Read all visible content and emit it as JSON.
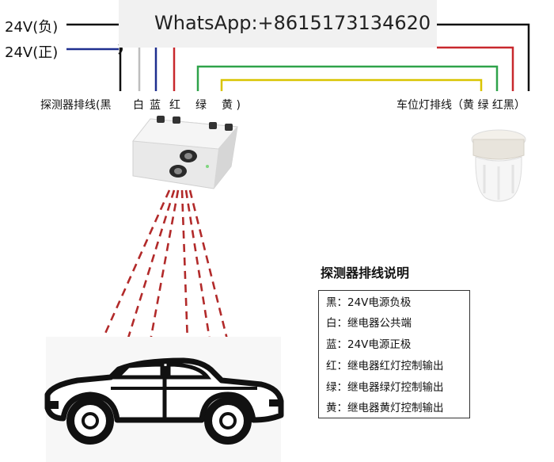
{
  "watermark": {
    "text": "WhatsApp:+8615173134620"
  },
  "power": {
    "negative": "24V(负)",
    "positive": "24V(正)"
  },
  "detector_wires": {
    "label": "探测器排线(黑",
    "colors": [
      "白",
      "蓝",
      "红",
      "绿",
      "黄 )"
    ]
  },
  "lamp_wires": {
    "label": "车位灯排线（黄 绿 红黑）"
  },
  "legend": {
    "title": "探测器排线说明",
    "rows": [
      {
        "key": "黑：",
        "desc": "24V电源负极"
      },
      {
        "key": "白：",
        "desc": "继电器公共端"
      },
      {
        "key": "蓝：",
        "desc": "24V电源正极"
      },
      {
        "key": "红：",
        "desc": "继电器红灯控制输出"
      },
      {
        "key": "绿：",
        "desc": "继电器绿灯控制输出"
      },
      {
        "key": "黄：",
        "desc": "继电器黄灯控制输出"
      }
    ]
  },
  "wire_colors": {
    "black": "#111111",
    "white": "#bdbdbd",
    "blue": "#1f2f8f",
    "red": "#c8282d",
    "green": "#2fa34a",
    "yellow": "#d9c400"
  },
  "beam_color": "#b22a2a"
}
